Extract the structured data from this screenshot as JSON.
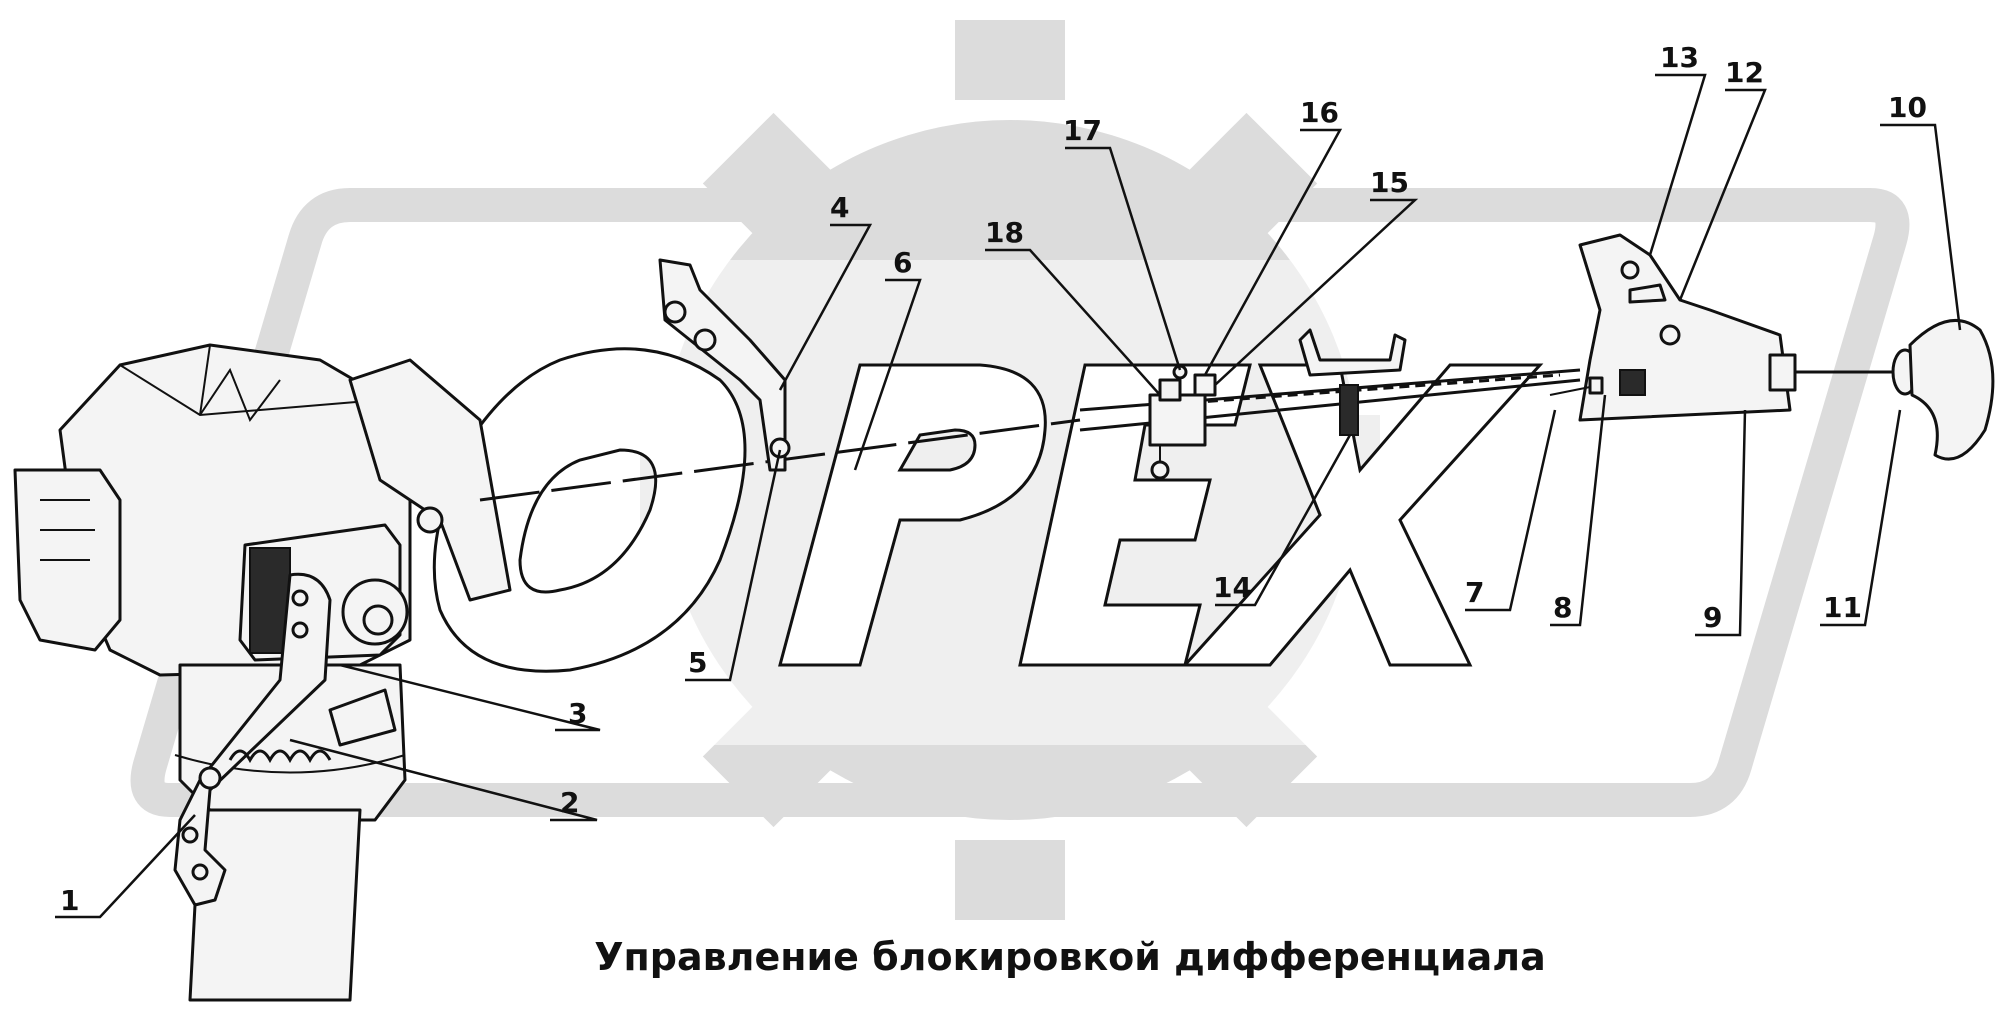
{
  "title": "Управление блокировкой дифференциала",
  "watermark": {
    "text": "OPEX",
    "color": "#dcdcdc"
  },
  "callouts": [
    {
      "n": "1"
    },
    {
      "n": "2"
    },
    {
      "n": "3"
    },
    {
      "n": "4"
    },
    {
      "n": "5"
    },
    {
      "n": "6"
    },
    {
      "n": "7"
    },
    {
      "n": "8"
    },
    {
      "n": "9"
    },
    {
      "n": "10"
    },
    {
      "n": "11"
    },
    {
      "n": "12"
    },
    {
      "n": "13"
    },
    {
      "n": "14"
    },
    {
      "n": "15"
    },
    {
      "n": "16"
    },
    {
      "n": "17"
    },
    {
      "n": "18"
    }
  ]
}
